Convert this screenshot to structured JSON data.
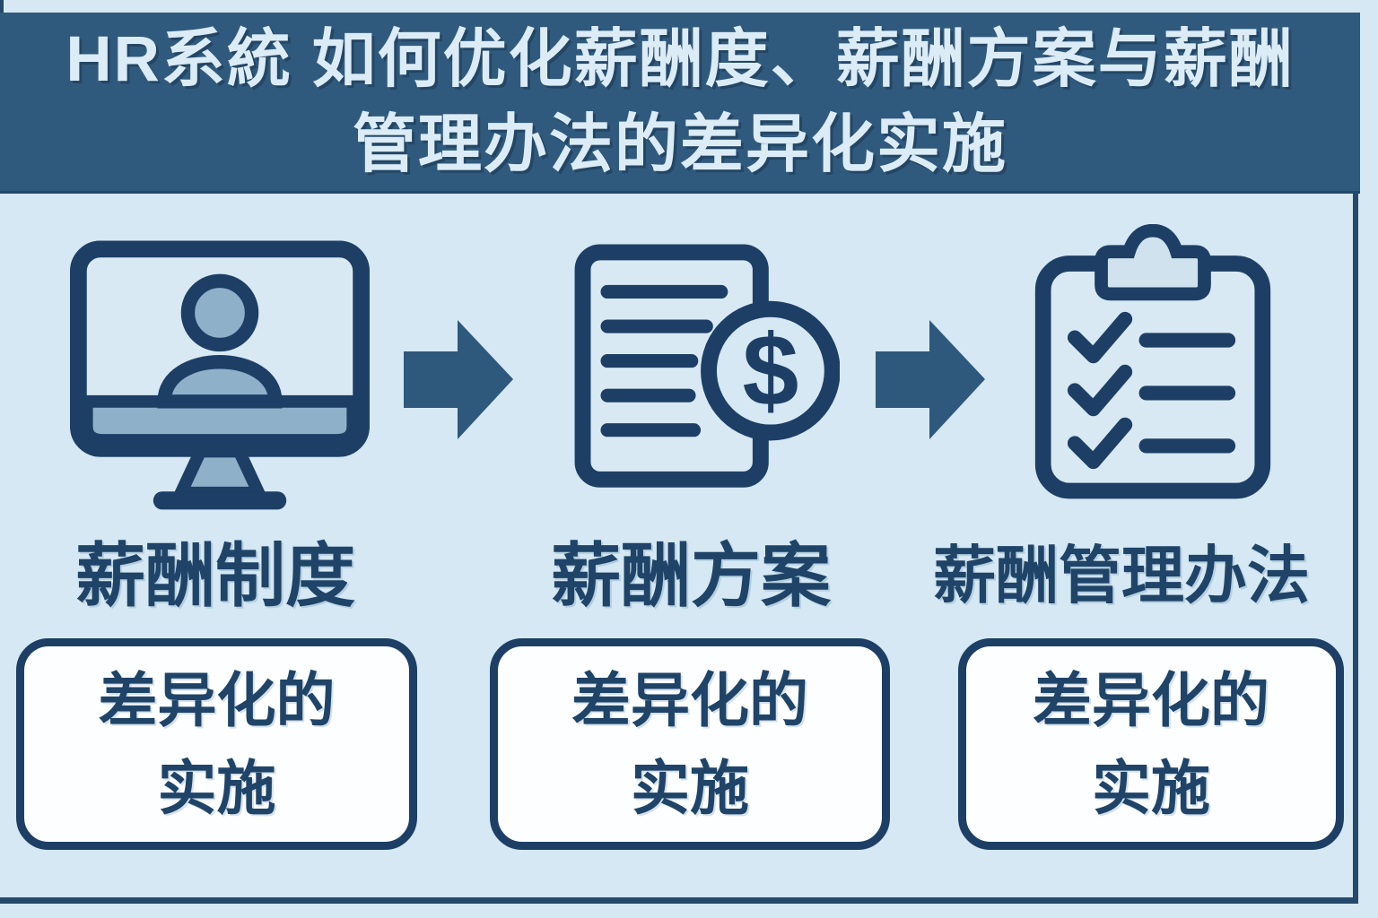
{
  "header": {
    "title_line1": "HR系統 如何优化薪酬度、薪酬方案与薪酬",
    "title_line2": "管理办法的差异化实施"
  },
  "columns": [
    {
      "id": "salary-system",
      "icon": "monitor-user-icon",
      "label": "薪酬制度",
      "box": {
        "line1": "差异化的",
        "line2": "实施"
      }
    },
    {
      "id": "salary-plan",
      "icon": "document-dollar-icon",
      "label": "薪酬方案",
      "box": {
        "line1": "差异化的",
        "line2": "实施"
      }
    },
    {
      "id": "salary-management-measures",
      "icon": "clipboard-checklist-icon",
      "label": "薪酬管理办法",
      "box": {
        "line1": "差异化的",
        "line2": "实施"
      }
    }
  ],
  "symbols": {
    "dollar": "$"
  },
  "colors": {
    "header_bg": "#305a7d",
    "title_text": "#dcecf6",
    "page_bg": "#d5e8f3",
    "dark_navy": "#1d3f66",
    "mid_blue": "#8fb0c9",
    "box_bg": "#fdfeff",
    "arrow_fill": "#2e587c",
    "frame_line": "#24496b"
  }
}
